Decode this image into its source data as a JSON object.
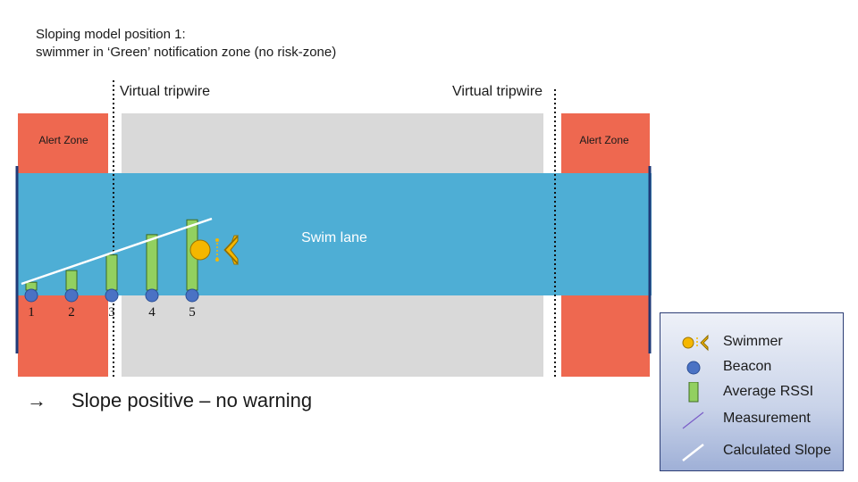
{
  "title": {
    "line1": "Sloping model position 1:",
    "line2": "swimmer in ‘Green’ notification zone (no risk-zone)"
  },
  "tripwires": {
    "left_label": "Virtual tripwire",
    "right_label": "Virtual tripwire"
  },
  "zones": {
    "alert_left": "Alert Zone",
    "alert_right": "Alert Zone",
    "swim_lane": "Swim lane"
  },
  "beacons": [
    {
      "label": "1",
      "rssi": 1
    },
    {
      "label": "2",
      "rssi": 2.5
    },
    {
      "label": "3",
      "rssi": 4.5
    },
    {
      "label": "4",
      "rssi": 7.1
    },
    {
      "label": "5",
      "rssi": 9.0
    }
  ],
  "conclusion": {
    "arrow": "→",
    "text": "Slope positive – no warning"
  },
  "legend": {
    "swimmer": "Swimmer",
    "beacon": "Beacon",
    "average_rssi": "Average RSSI",
    "measurement": "Measurement",
    "calculated_slope": "Calculated Slope"
  },
  "colors": {
    "alert_zone": "#ee6850",
    "swim_lane": "#4eaed5",
    "neutral_zone": "#d9d9d9",
    "beacon": "#4a72c4",
    "rssi_bar": "#92d060",
    "swimmer": "#f5b700",
    "lane_edge": "#1f3a78"
  }
}
